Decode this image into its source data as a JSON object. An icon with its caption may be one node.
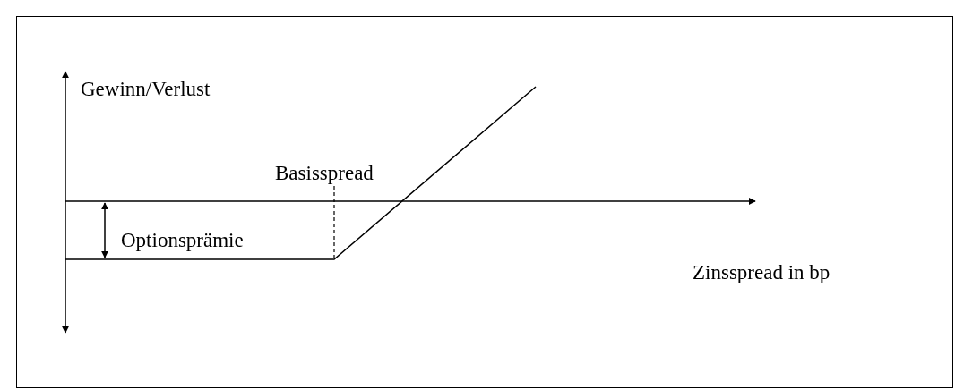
{
  "diagram": {
    "labels": [
      "Gewinn/Verlust",
      "Basisspread",
      "Optionsprämie",
      "Zinsspread in bp"
    ]
  }
}
